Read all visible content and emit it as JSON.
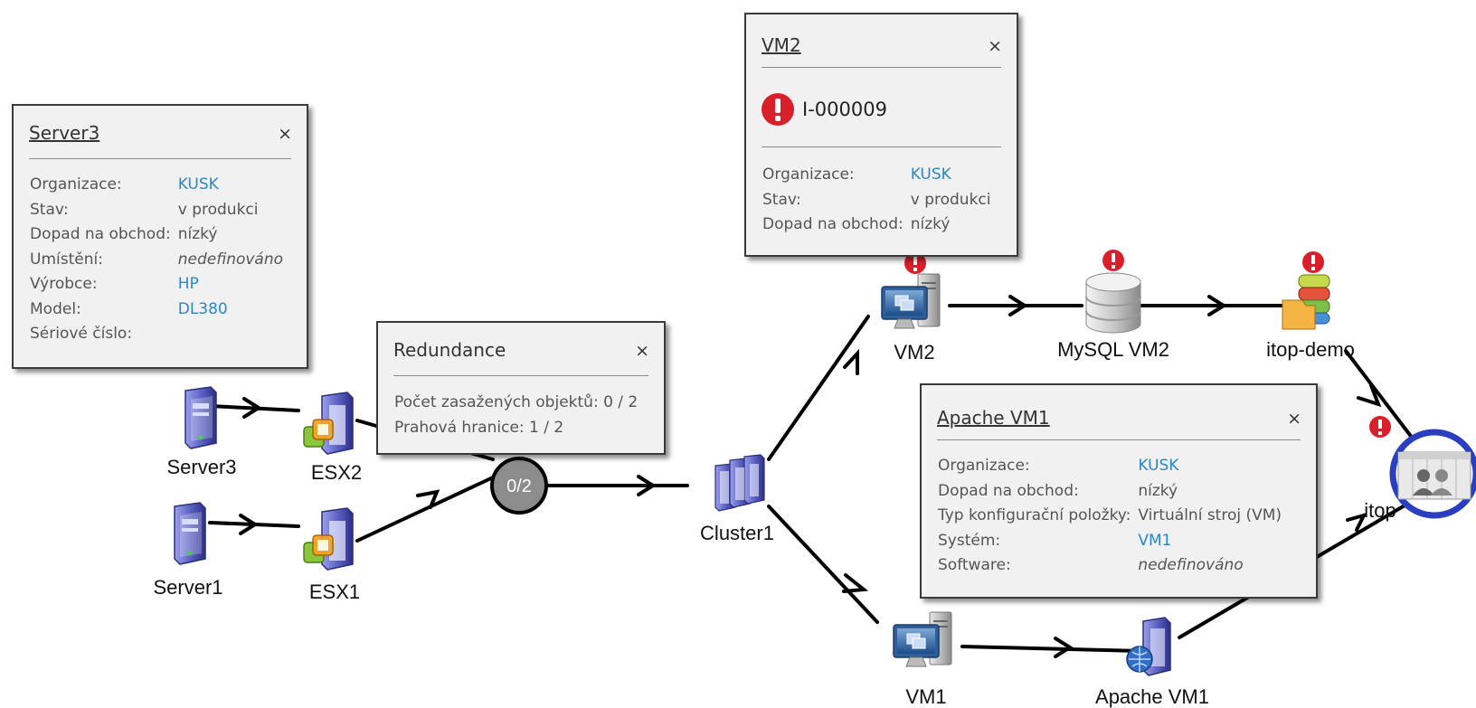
{
  "nodes": {
    "server3": "Server3",
    "server1": "Server1",
    "esx2": "ESX2",
    "esx1": "ESX1",
    "counter": "0/2",
    "cluster1": "Cluster1",
    "vm2": "VM2",
    "mysql_vm2": "MySQL VM2",
    "itop_demo": "itop-demo",
    "itop": "itop",
    "vm1": "VM1",
    "apache_vm1": "Apache VM1"
  },
  "popups": {
    "server3": {
      "title": "Server3",
      "close": "×",
      "fields": [
        {
          "label": "Organizace:",
          "value": "KUSK"
        },
        {
          "label": "Stav:",
          "value": "v produkci"
        },
        {
          "label": "Dopad na obchod:",
          "value": "nízký"
        },
        {
          "label": "Umístění:",
          "value": "nedefinováno"
        },
        {
          "label": "Výrobce:",
          "value": "HP"
        },
        {
          "label": "Model:",
          "value": "DL380"
        },
        {
          "label": "Sériové číslo:",
          "value": ""
        }
      ]
    },
    "redundancy": {
      "title": "Redundance",
      "close": "×",
      "lines": [
        "Počet zasažených objektů: 0 / 2",
        "Prahová hranice: 1 / 2"
      ]
    },
    "vm2": {
      "title": "VM2",
      "close": "×",
      "ticket": "I-000009",
      "fields": [
        {
          "label": "Organizace:",
          "value": "KUSK"
        },
        {
          "label": "Stav:",
          "value": "v produkci"
        },
        {
          "label": "Dopad na obchod:",
          "value": "nízký"
        }
      ]
    },
    "apache_vm1": {
      "title": "Apache VM1",
      "close": "×",
      "fields": [
        {
          "label": "Organizace:",
          "value": "KUSK"
        },
        {
          "label": "Dopad na obchod:",
          "value": "nízký"
        },
        {
          "label": "Typ konfigurační položky:",
          "value": "Virtuální stroj (VM)"
        },
        {
          "label": "Systém:",
          "value": "VM1"
        },
        {
          "label": "Software:",
          "value": "nedefinováno"
        }
      ]
    }
  },
  "colors": {
    "link": "#2a87c8",
    "alert": "#d9202a",
    "selection_ring": "#2a3fc0",
    "counter_fill": "#8c8c8c",
    "edge": "#000000"
  }
}
